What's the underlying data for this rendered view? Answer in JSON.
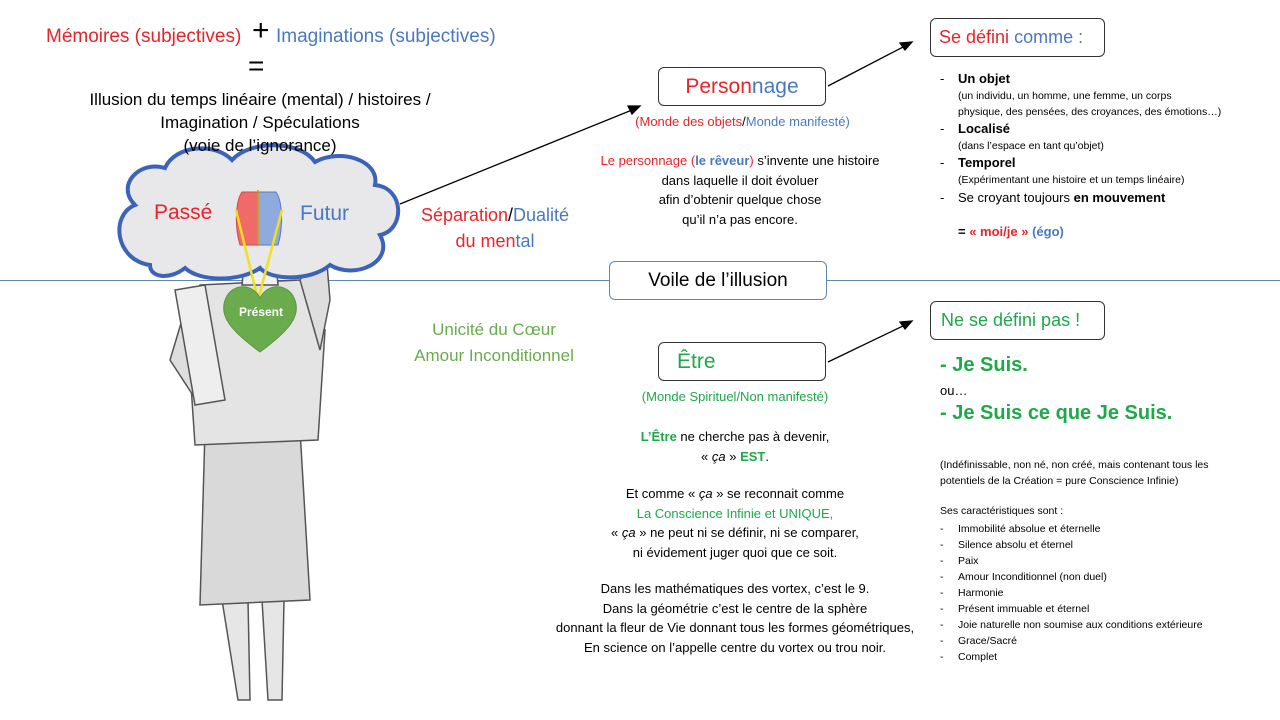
{
  "top_left": {
    "memoires": "Mémoires (subjectives)",
    "plus": "+",
    "imaginations": "Imaginations (subjectives)",
    "equals": "=",
    "line1": "Illusion du temps linéaire (mental) / histoires /",
    "line2": "Imagination / Spéculations",
    "line3": "(voie de l’ignorance)"
  },
  "cloud": {
    "passe": "Passé",
    "futur": "Futur"
  },
  "heart": {
    "label": "Présent"
  },
  "separation": {
    "sep": "Séparation",
    "slash": "/",
    "dualite": "Dualité",
    "du_men": "du men",
    "tal": "tal"
  },
  "personnage": {
    "box_red": "Person",
    "box_blue": "nage",
    "sub_red": "(Monde des objets",
    "sub_slash": "/",
    "sub_blue": "Monde manifesté)",
    "desc_red1": "Le personnage (",
    "desc_blue": "le rêveur",
    "desc_red2": ")",
    "desc_rest1": " s’invente une histoire",
    "desc_line2": "dans laquelle il doit évoluer",
    "desc_line3": "afin d’obtenir quelque chose",
    "desc_line4": "qu’il n’a pas encore."
  },
  "se_defini": {
    "title_red": "Se défini",
    "title_blue": " comme :",
    "item1_title": "Un objet",
    "item1_sub1": "(un individu, un homme,  une femme,  un corps",
    "item1_sub2": "physique, des pensées,  des croyances, des émotions…)",
    "item2_title": "Localisé",
    "item2_sub": "(dans l’espace en tant qu’objet)",
    "item3_title": "Temporel",
    "item3_sub": "(Expérimentant une histoire et un temps linéaire)",
    "item4_a": "Se croyant toujours ",
    "item4_b": "en mouvement",
    "moi_eq": "= ",
    "moi_red": "« moi/je »",
    "moi_blue": " (égo)"
  },
  "voile": {
    "label": "Voile de l’illusion"
  },
  "unicite": {
    "line1": "Unicité du Cœur",
    "line2": "Amour Inconditionnel"
  },
  "etre": {
    "box": "Être",
    "sub": "(Monde Spirituel/Non manifesté)",
    "p1_green": "L’Être",
    "p1_rest": " ne cherche pas à devenir,",
    "p1_line2a": "« ",
    "p1_ca": "ça",
    "p1_line2b": "  » ",
    "p1_est": "EST",
    "p1_dot": ".",
    "p2_a": "Et comme « ",
    "p2_ca": "ça",
    "p2_b": "  » se reconnait comme",
    "p2_line2": "La Conscience Infinie et UNIQUE,",
    "p2_line3a": "«  ",
    "p2_ca2": "ça",
    "p2_line3b": "  » ne peut ni se définir, ni se comparer,",
    "p2_line4": "ni évidement juger quoi que ce soit.",
    "p3_line1": "Dans les mathématiques des vortex, c’est le 9.",
    "p3_line2": "Dans la géométrie  c’est le centre de la sphère",
    "p3_line3": "donnant la fleur de Vie donnant tous les formes géométriques,",
    "p3_line4": "En science on l’appelle centre du vortex ou trou noir."
  },
  "ne_se_defini": {
    "title": "Ne se défini pas !",
    "je_suis": "- Je Suis.",
    "ou": "ou…",
    "je_suis2": "- Je Suis ce que Je Suis.",
    "indef1": "(Indéfinissable, non né,  non créé, mais contenant tous les",
    "indef2": "potentiels de  la Création = pure Conscience Infinie)",
    "carac": "Ses caractéristiques sont :",
    "items": [
      "Immobilité absolue et éternelle",
      "Silence absolu et éternel",
      "Paix",
      "Amour  Inconditionnel (non duel)",
      "Harmonie",
      "Présent immuable et éternel",
      "Joie naturelle non soumise aux conditions extérieure",
      "Grace/Sacré",
      "Complet"
    ]
  },
  "colors": {
    "red": "#e8242a",
    "blue": "#4a78c0",
    "green": "#1ea84a",
    "light_green": "#6aab4e",
    "heart": "#6aab4e",
    "cloud_fill": "#e8e8ea",
    "cloud_stroke": "#3c63b8",
    "divider": "#5f86b4"
  }
}
